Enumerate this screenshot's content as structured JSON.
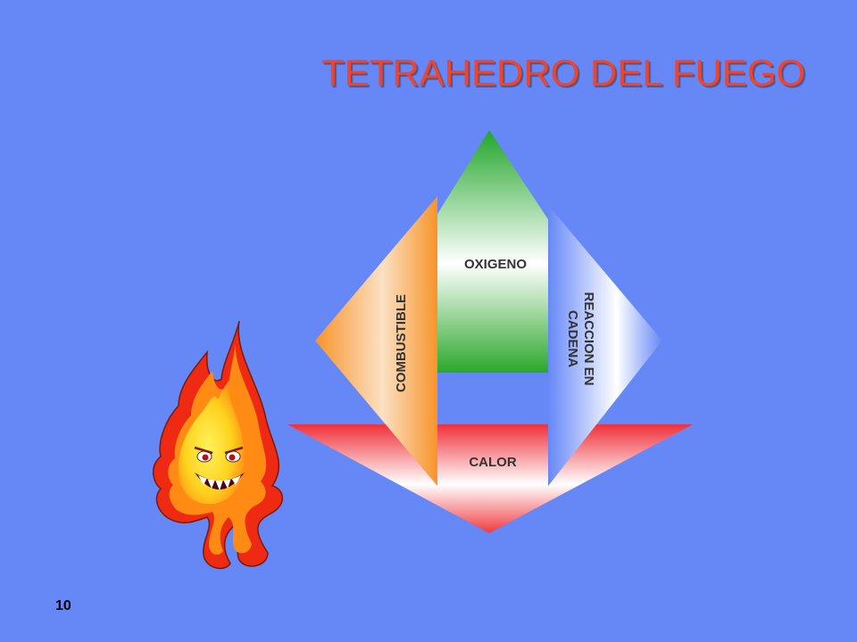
{
  "title": "TETRAHEDRO DEL FUEGO",
  "faces": {
    "oxygen": "OXIGENO",
    "fuel": "COMBUSTIBLE",
    "chain_line1": "REACCION EN",
    "chain_line2": "CADENA",
    "heat": "CALOR"
  },
  "page_number": "10",
  "colors": {
    "background": "#6688f7",
    "title": "#f0442c",
    "oxygen": "#2aa82a",
    "fuel": "#f7942a",
    "chain": "#6688f7",
    "heat": "#f0303a"
  },
  "mascot": "flame-character"
}
